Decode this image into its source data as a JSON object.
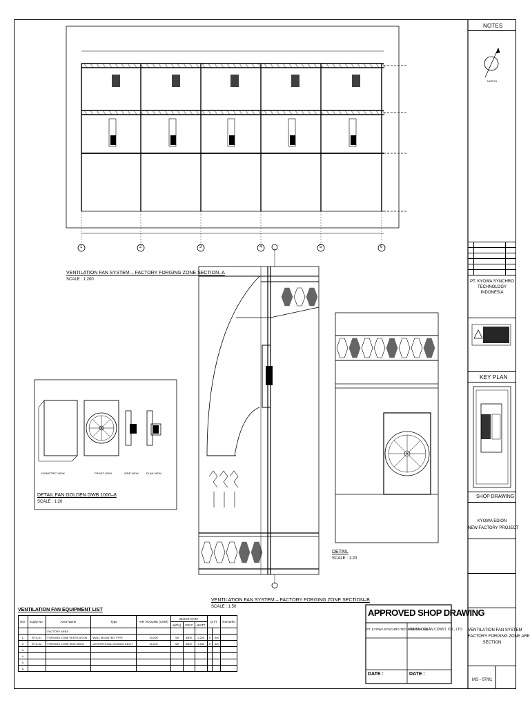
{
  "titleblock": {
    "notes": "NOTES",
    "north": "NORTH",
    "client_name": "PT. KYOWA SYNCHRO TECHNOLOGY INDONESIA",
    "key_plan": "KEY PLAN",
    "shop_drawing": "SHOP DRAWING",
    "project_name_1": "KYOWA EDION",
    "project_name_2": "NEW FACTORY PROJECT",
    "drawing_title_1": "VENTILATION FAN SYSTEM",
    "drawing_title_2": "FACTORY FORGING ZONE AREA",
    "drawing_title_3": "SECTION",
    "drawing_no": "MS - 07/01"
  },
  "approval": {
    "title": "APPROVED SHOP DRAWING",
    "party_1": "PT. KYOWA SYNCHRO TECHNOLOGY IND",
    "party_2": "PENTA-OCEAN CONST. CO., LTD.",
    "date_1": "DATE :",
    "date_2": "DATE :"
  },
  "drawings": {
    "section_a_title": "VENTILATION FAN SYSTEM – FACTORY FORGING ZONE SECTION–A",
    "section_a_scale": "SCALE : 1:200",
    "detail_fan_title": "DETAIL FAN GOLDEN GWB 1000–8",
    "detail_fan_scale": "SCALE : 1:20",
    "section_b_title": "VENTILATION FAN SYSTEM – FACTORY FORGING ZONE SECTION–B",
    "section_b_scale": "SCALE : 1:50",
    "detail_title": "DETAIL",
    "detail_scale": "SCALE : 1:20",
    "view_labels": [
      "ISOMETRIC VIEW",
      "FRONT VIEW",
      "SIDE VIEW",
      "PLAN VIEW"
    ],
    "grid_labels": [
      "1",
      "2",
      "3",
      "4",
      "5",
      "6"
    ]
  },
  "equipment": {
    "title": "VENTILATION FAN EQUIPMENT LIST",
    "headers": [
      "NO.",
      "Equip.No.",
      "Area Name",
      "Type",
      "AIR VOLUME (CMH)",
      "ELECT DATA",
      "Q'TY",
      "Remarks"
    ],
    "elect_sub": [
      "ø(PH)",
      "VOLT",
      "WATT"
    ],
    "area_row": "FACTORY AREA",
    "rows": [
      [
        "1.",
        "EF-6-01",
        "FORGING ZONE VENTILATION",
        "WALL MOUNTED TYPE",
        "33,200",
        "3Ø",
        "380V",
        "2,200",
        "5",
        "Set"
      ],
      [
        "2.",
        "EF-6-02",
        "FORGING ZONE SIDE AREA",
        "CENTRIFUGAL DOUBLE INLET",
        "16,200",
        "3Ø",
        "380V",
        "1,500",
        "5",
        "Set"
      ],
      [
        "3.",
        "",
        "",
        "",
        "",
        "",
        "",
        "",
        "",
        ""
      ],
      [
        "4.",
        "",
        "",
        "",
        "",
        "",
        "",
        "",
        "",
        ""
      ],
      [
        "5.",
        "",
        "",
        "",
        "",
        "",
        "",
        "",
        "",
        ""
      ],
      [
        "6.",
        "",
        "",
        "",
        "",
        "",
        "",
        "",
        "",
        ""
      ]
    ]
  }
}
